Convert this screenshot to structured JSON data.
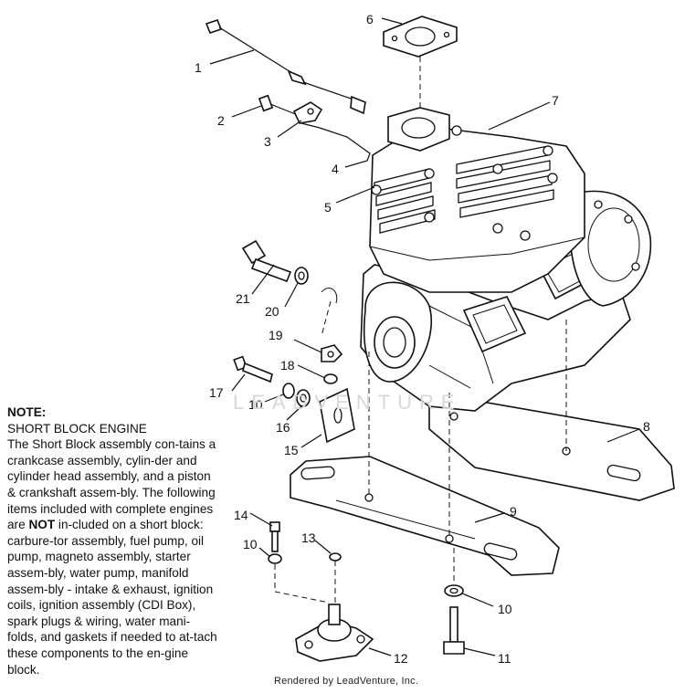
{
  "note": {
    "title": "NOTE:",
    "subtitle": "SHORT BLOCK ENGINE",
    "body_before": "The Short Block assembly con-tains a crankcase assembly, cylin-der and cylinder head assembly, and a piston & crankshaft assem-bly.  The following items included with complete engines are ",
    "emphasis": "NOT",
    "body_after": " in-cluded on a short block:  carbure-tor assembly, fuel pump, oil pump, magneto assembly, starter assem-bly, water pump, manifold assem-bly - intake & exhaust, ignition coils, ignition assembly (CDI Box), spark plugs & wiring, water mani-folds, and gaskets if needed to at-tach these components to the en-gine block."
  },
  "credit": "Rendered by LeadVenture, Inc.",
  "watermark": "LEADVENTURE",
  "callouts": {
    "c1": "1",
    "c2": "2",
    "c3": "3",
    "c4": "4",
    "c5": "5",
    "c6": "6",
    "c7": "7",
    "c8": "8",
    "c9": "9",
    "c10a": "10",
    "c10b": "10",
    "c10c": "10",
    "c11": "11",
    "c12": "12",
    "c13": "13",
    "c14": "14",
    "c15": "15",
    "c16": "16",
    "c17": "17",
    "c18": "18",
    "c19": "19",
    "c20": "20",
    "c21": "21"
  }
}
